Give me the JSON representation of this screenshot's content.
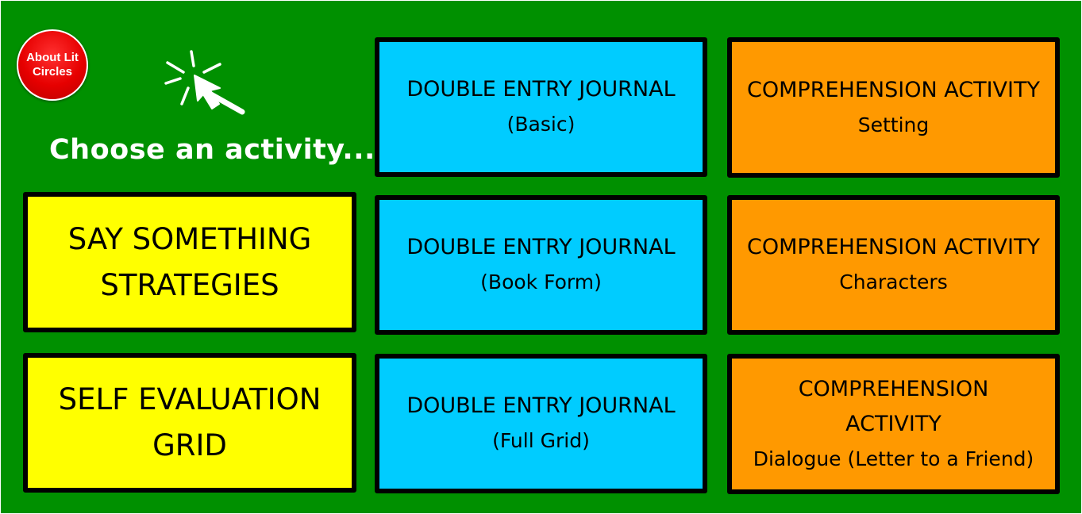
{
  "about_button": {
    "label": "About Lit Circles"
  },
  "prompt": "Choose an activity...",
  "icons": {
    "pointer": "cursor-click-icon"
  },
  "colors": {
    "background": "#009000",
    "yellow_tile": "#ffff00",
    "cyan_tile": "#00ccff",
    "orange_tile": "#ff9900",
    "about_button": "#e60000"
  },
  "tiles": {
    "say_something": {
      "line1": "SAY SOMETHING",
      "line2": "STRATEGIES"
    },
    "self_evaluation": {
      "line1": "SELF EVALUATION",
      "line2": "GRID"
    },
    "dej_basic": {
      "title": "DOUBLE ENTRY JOURNAL",
      "subtitle": "(Basic)"
    },
    "dej_book_form": {
      "title": "DOUBLE ENTRY JOURNAL",
      "subtitle": "(Book Form)"
    },
    "dej_full_grid": {
      "title": "DOUBLE ENTRY JOURNAL",
      "subtitle": "(Full Grid)"
    },
    "comp_setting": {
      "title": "COMPREHENSION ACTIVITY",
      "subtitle": "Setting"
    },
    "comp_characters": {
      "title": "COMPREHENSION ACTIVITY",
      "subtitle": "Characters"
    },
    "comp_dialogue": {
      "line1": "COMPREHENSION",
      "line2": "ACTIVITY",
      "subtitle": "Dialogue (Letter to a Friend)"
    }
  }
}
